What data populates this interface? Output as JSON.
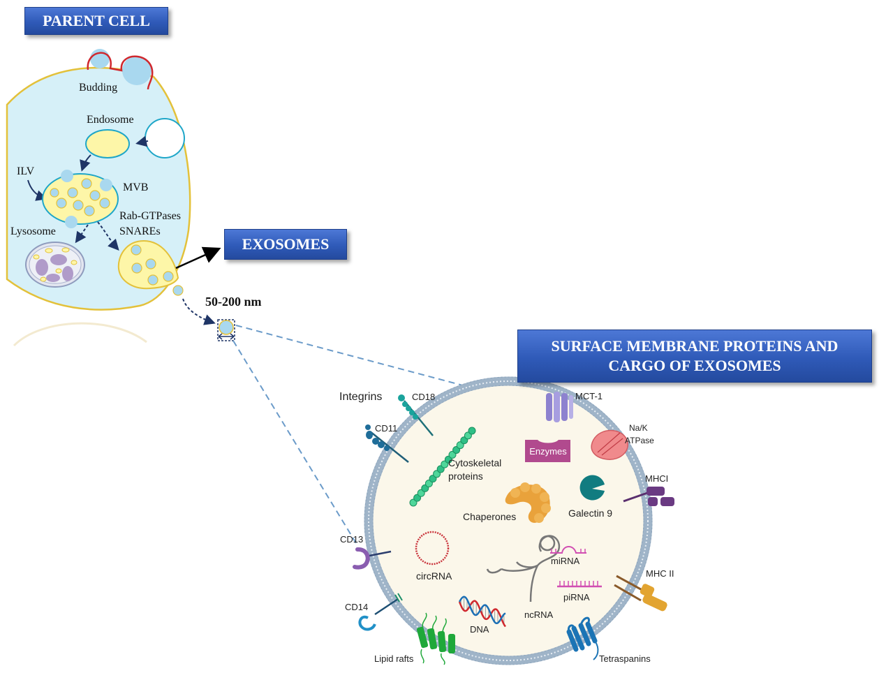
{
  "banners": {
    "parent_cell": "PARENT CELL",
    "exosomes": "EXOSOMES",
    "surface": "SURFACE MEMBRANE PROTEINS AND CARGO OF EXOSOMES"
  },
  "parent_cell_labels": {
    "budding": "Budding",
    "endosome": "Endosome",
    "ilv": "ILV",
    "mvb": "MVB",
    "rab_gtpases": "Rab-GTPases",
    "snares": "SNAREs",
    "lysosome": "Lysosome"
  },
  "size_label": "50-200 nm",
  "exosome_labels": {
    "integrins": "Integrins",
    "cd18": "CD18",
    "cd11": "CD11",
    "cytoskeletal_1": "Cytoskeletal",
    "cytoskeletal_2": "proteins",
    "mct1": "MCT-1",
    "enzymes": "Enzymes",
    "nak_1": "Na/K",
    "nak_2": "ATPase",
    "chaperones": "Chaperones",
    "galectin": "Galectin 9",
    "mhci": "MHCI",
    "cd13": "CD13",
    "circrna": "circRNA",
    "mirna": "miRNA",
    "pirna": "piRNA",
    "mhcii": "MHC II",
    "ncrna": "ncRNA",
    "dna": "DNA",
    "cd14": "CD14",
    "lipid_rafts": "Lipid rafts",
    "tetraspanins": "Tetraspanins"
  },
  "colors": {
    "cell_fill": "#d6f0f8",
    "cell_border": "#e3c13a",
    "vesicle": "#a9d8ef",
    "endosome_fill": "#fdf6a8",
    "exosome_fill": "#fbf7ea",
    "membrane": "#9fb4c8",
    "banner": "#2f5ab8",
    "dashed": "#6b9bc9"
  }
}
